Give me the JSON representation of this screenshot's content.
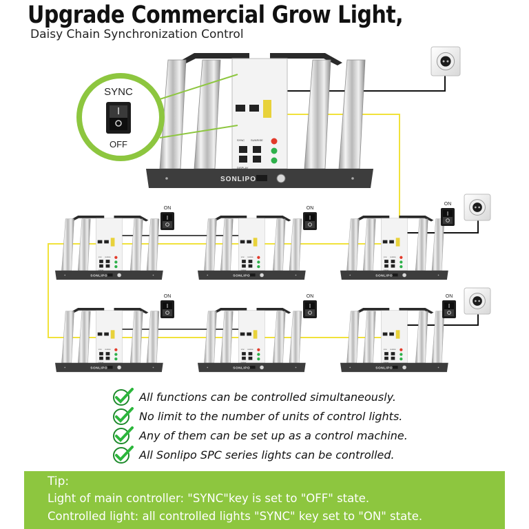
{
  "header": {
    "title": "Upgrade Commercial Grow Light,",
    "subtitle": "Daisy Chain Synchronization Control"
  },
  "diagram": {
    "brand": "SONLIPO",
    "callout": {
      "top_label": "SYNC",
      "bottom_label": "OFF"
    },
    "switch_label": "ON",
    "panel_labels": {
      "sync": "SYNC",
      "sunrise": "SUNRISE",
      "display": "DISPLAY"
    },
    "colors": {
      "cable": "#111111",
      "sync_wire": "#f1e23a",
      "callout": "#8dc63f",
      "lamp_body": "#3d3d3d"
    }
  },
  "features": [
    "All functions can be controlled simultaneously.",
    "No limit to the number of units of control lights.",
    "Any of them can be set up as a control machine.",
    "All Sonlipo SPC series lights can be controlled."
  ],
  "tip": {
    "title": "Tip:",
    "lines": [
      "Light of main controller: \"SYNC\"key is set to \"OFF\" state.",
      "Controlled light: all controlled lights \"SYNC\" key set to \"ON\" state."
    ]
  }
}
